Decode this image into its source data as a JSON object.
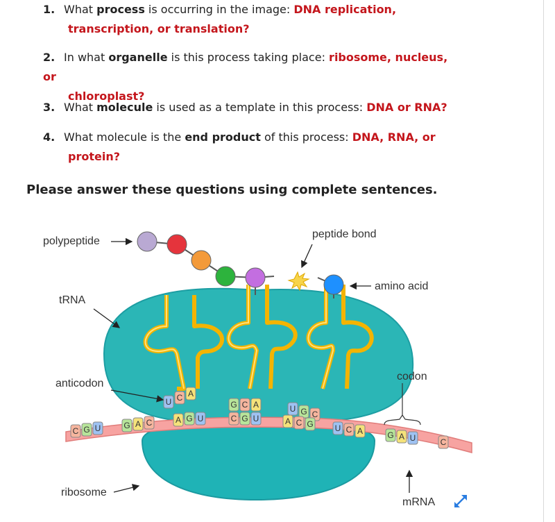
{
  "questions": [
    {
      "num": "1.",
      "pre": "What ",
      "bold": "process",
      "post": " is occurring in the image: ",
      "opt_line1": "DNA replication,",
      "opt_line2": "transcription, or translation?"
    },
    {
      "num": "2.",
      "pre": "In what ",
      "bold": "organelle",
      "post": " is this process taking place: ",
      "opt_line1": "ribosome, nucleus, or",
      "opt_line2": "chloroplast?"
    },
    {
      "num": "3.",
      "pre": "What ",
      "bold": "molecule",
      "post": " is used as a template in this process: ",
      "opt_line1": "DNA or RNA?",
      "opt_line2": ""
    },
    {
      "num": "4.",
      "pre": "What molecule is the ",
      "bold": "end product",
      "post": " of this process: ",
      "opt_line1": "DNA, RNA, or",
      "opt_line2": "protein?"
    }
  ],
  "instruction": "Please answer these questions using complete sentences.",
  "diagram": {
    "labels": {
      "polypeptide": "polypeptide",
      "peptide_bond": "peptide bond",
      "amino_acid": "amino acid",
      "trna": "tRNA",
      "anticodon": "anticodon",
      "codon": "codon",
      "ribosome": "ribosome",
      "mrna": "mRNA"
    },
    "mrna_bases": [
      "C",
      "G",
      "U",
      "G",
      "A",
      "C",
      "A",
      "G",
      "U",
      "C",
      "G",
      "U",
      "A",
      "C",
      "G",
      "U",
      "C",
      "A",
      "G",
      "A",
      "U",
      "C"
    ],
    "anticodons": [
      [
        "U",
        "C",
        "A"
      ],
      [
        "G",
        "C",
        "A"
      ],
      [
        "U",
        "G",
        "C"
      ]
    ],
    "bead_colors": [
      "#b9a9d3",
      "#e5343c",
      "#f39a3a",
      "#2db33d",
      "#c36ee0",
      "#1e90ff"
    ],
    "colors": {
      "ribosome": "#2bb6b6",
      "ribosome_dark": "#1b9aa0",
      "mrna": "#f7a3a1",
      "trna": "#f7c531",
      "base_C": "#f6b59e",
      "base_G": "#b7e59a",
      "base_U": "#9ec2f2",
      "base_A": "#f5e27a"
    },
    "expand_icon": "expand-icon"
  }
}
